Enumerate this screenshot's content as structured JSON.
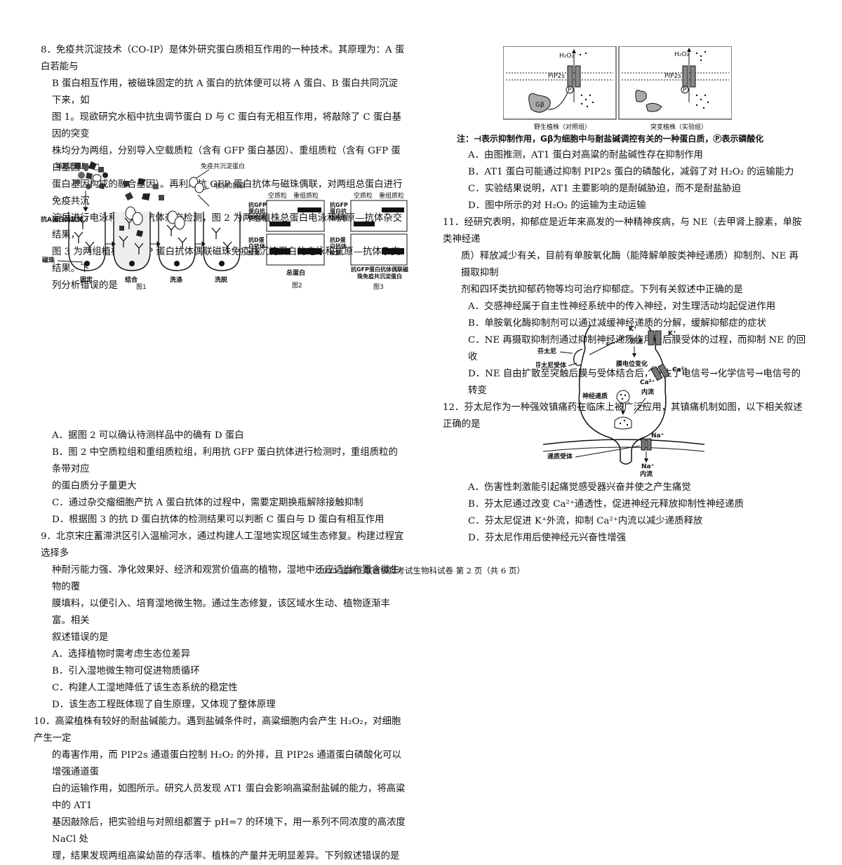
{
  "q8": {
    "stem_lines": [
      "8．免疫共沉淀技术（CO-IP）是体外研究蛋白质相互作用的一种技术。其原理为：A 蛋白若能与",
      "B 蛋白相互作用，被磁珠固定的抗 A 蛋白的抗体便可以将 A 蛋白、B 蛋白共同沉淀下来，如",
      "图 1。现欲研究水稻中抗虫调节蛋白 D 与 C 蛋白有无相互作用，将敲除了 C 蛋白基因的突变",
      "株均分为两组，分别导入空载质粒（含有 GFP 蛋白基因）、重组质粒（含有 GFP 蛋白基因与 C",
      "蛋白基因构成的融合基因）。再利用抗 GFP 蛋白抗体与磁珠偶联，对两组总蛋白进行免疫共沉",
      "淀后进行电泳和抗原—抗体杂交检测，图 2 为两组植株总蛋白电泳和抗原—抗体杂交结果，",
      "图 3 为两组植株抗 GFP 蛋白抗体偶联磁珠免疫共沉淀蛋白的电泳和抗原—抗体杂交结果。下",
      "列分析错误的是"
    ],
    "fig1": {
      "label_total": "细胞总蛋白",
      "label_coip": "免疫共沉淀蛋白",
      "label_elec": "电泳和抗原-抗体杂交检测",
      "label_antibody": "抗A蛋白的抗体",
      "label_bead": "磁珠",
      "steps": [
        "固定",
        "结合",
        "洗涤",
        "洗脱"
      ],
      "caption": "图1"
    },
    "fig2": {
      "col1": "空质粒",
      "col2": "重组质粒",
      "row1": "抗GFP蛋白抗体检测",
      "row2": "抗D蛋白抗体检测",
      "bottom": "总蛋白",
      "caption": "图2"
    },
    "fig3": {
      "col1": "空质粒",
      "col2": "重组质粒",
      "row1": "抗GFP蛋白抗体检测",
      "row2": "抗D蛋白抗体检测",
      "bottom": "抗GFP蛋白抗体偶联磁珠免疫共沉淀蛋白",
      "caption": "图3"
    },
    "options": [
      "A．据图 2 可以确认待测样品中的确有 D 蛋白",
      "B．图 2 中空质粒组和重组质粒组，利用抗 GFP 蛋白抗体进行检测时，重组质粒的条带对应",
      "的蛋白质分子量更大",
      "C．通过杂交瘤细胞产抗 A 蛋白抗体的过程中，需要定期换瓶解除接触抑制",
      "D．根据图 3 的抗 D 蛋白抗体的检测结果可以判断 C 蛋白与 D 蛋白有相互作用"
    ]
  },
  "q9": {
    "stem_lines": [
      "9．北京宋庄蓄滞洪区引入温榆河水，通过构建人工湿地实现区域生态修复。构建过程宜选择多",
      "种耐污能力强、净化效果好、经济和观赏价值高的植物，湿地中还应适当布置含微生物的覆",
      "膜填料，以便引入、培育湿地微生物。通过生态修复，该区域水生动、植物逐渐丰富。相关",
      "叙述错误的是"
    ],
    "options": [
      "A．选择植物时需考虑生态位差异",
      "B．引入湿地微生物可促进物质循环",
      "C．构建人工湿地降低了该生态系统的稳定性",
      "D．该生态工程既体现了自生原理，又体现了整体原理"
    ]
  },
  "q10": {
    "stem_lines": [
      "10．高粱植株有较好的耐盐碱能力。遇到盐碱条件时，高粱细胞内会产生 H₂O₂，对细胞产生一定",
      "的毒害作用，而 PIP2s 通道蛋白控制 H₂O₂ 的外排，且 PIP2s 通道蛋白磷酸化可以增强通道蛋",
      "白的运输作用，如图所示。研究人员发现 AT1 蛋白会影响高粱耐盐碱的能力，将高粱中的 AT1",
      "基因敲除后，把实验组与对照组都置于 pH=7 的环境下，用一系列不同浓度的高浓度 NaCl 处",
      "理，结果发现两组高粱幼苗的存活率、植株的产量并无明显差异。下列叙述错误的是"
    ],
    "figure": {
      "h2o2": "H₂O₂",
      "pip2s": "PIP2s",
      "p": "P",
      "gb": "Gβ",
      "left_caption": "野生植株（对照组）",
      "right_caption": "突变植株（实验组）"
    },
    "note": "注：⊣表示抑制作用，Gβ为细胞中与耐盐碱调控有关的一种蛋白质，Ⓟ表示磷酸化",
    "options": [
      "A．由图推测，AT1 蛋白对高粱的耐盐碱性存在抑制作用",
      "B．AT1 蛋白可能通过抑制 PIP2s 蛋白的磷酸化，减弱了对 H₂O₂ 的运输能力",
      "C．实验结果说明，AT1 主要影响的是耐碱胁迫，而不是耐盐胁迫",
      "D．图中所示的对 H₂O₂ 的运输为主动运输"
    ]
  },
  "q11": {
    "stem_lines": [
      "11．经研究表明，抑郁症是近年来高发的一种精神疾病，与 NE（去甲肾上腺素，单胺类神经递",
      "质）释放减少有关，目前有单胺氧化酶（能降解单胺类神经递质）抑制剂、NE 再摄取抑制",
      "剂和四环类抗抑郁药物等均可治疗抑郁症。下列有关叙述中正确的是"
    ],
    "options": [
      "A．交感神经属于自主性神经系统中的传入神经，对生理活动均起促进作用",
      "B．单胺氧化酶抑制剂可以通过减缓神经递质的分解，缓解抑郁症的症状",
      "C．NE 再摄取抑制剂通过抑制神经递质作用于后膜受体的过程，而抑制 NE 的回收",
      "D．NE 自由扩散至突触后膜与受体结合后，发生了电信号→化学信号→电信号的转变"
    ]
  },
  "q12": {
    "stem": "12．芬太尼作为一种强效镇痛药在临床上被广泛应用，其镇痛机制如图，以下相关叙述正确的是",
    "figure": {
      "fentanyl": "芬太尼",
      "receptor": "芬太尼受体",
      "k": "K⁺",
      "k_out": "外流",
      "membrane": "膜电位变化",
      "ca": "Ca²⁺",
      "ca_in": "内流",
      "nt": "神经递质",
      "nt_receptor": "递质受体",
      "na": "Na⁺",
      "na_in": "内流",
      "plus": "+"
    },
    "options": [
      "A．伤害性刺激能引起痛觉感受器兴奋并使之产生痛觉",
      "B．芬太尼通过改变 Ca²⁺通透性，促进神经元释放抑制性神经递质",
      "C．芬太尼促进 K⁺外流，抑制 Ca²⁺内流以减少递质释放",
      "D．芬太尼作用后使神经元兴奋性增强"
    ]
  },
  "footer": "2025 届高三联合模拟考试生物科试卷  第 2 页（共 6 页）"
}
